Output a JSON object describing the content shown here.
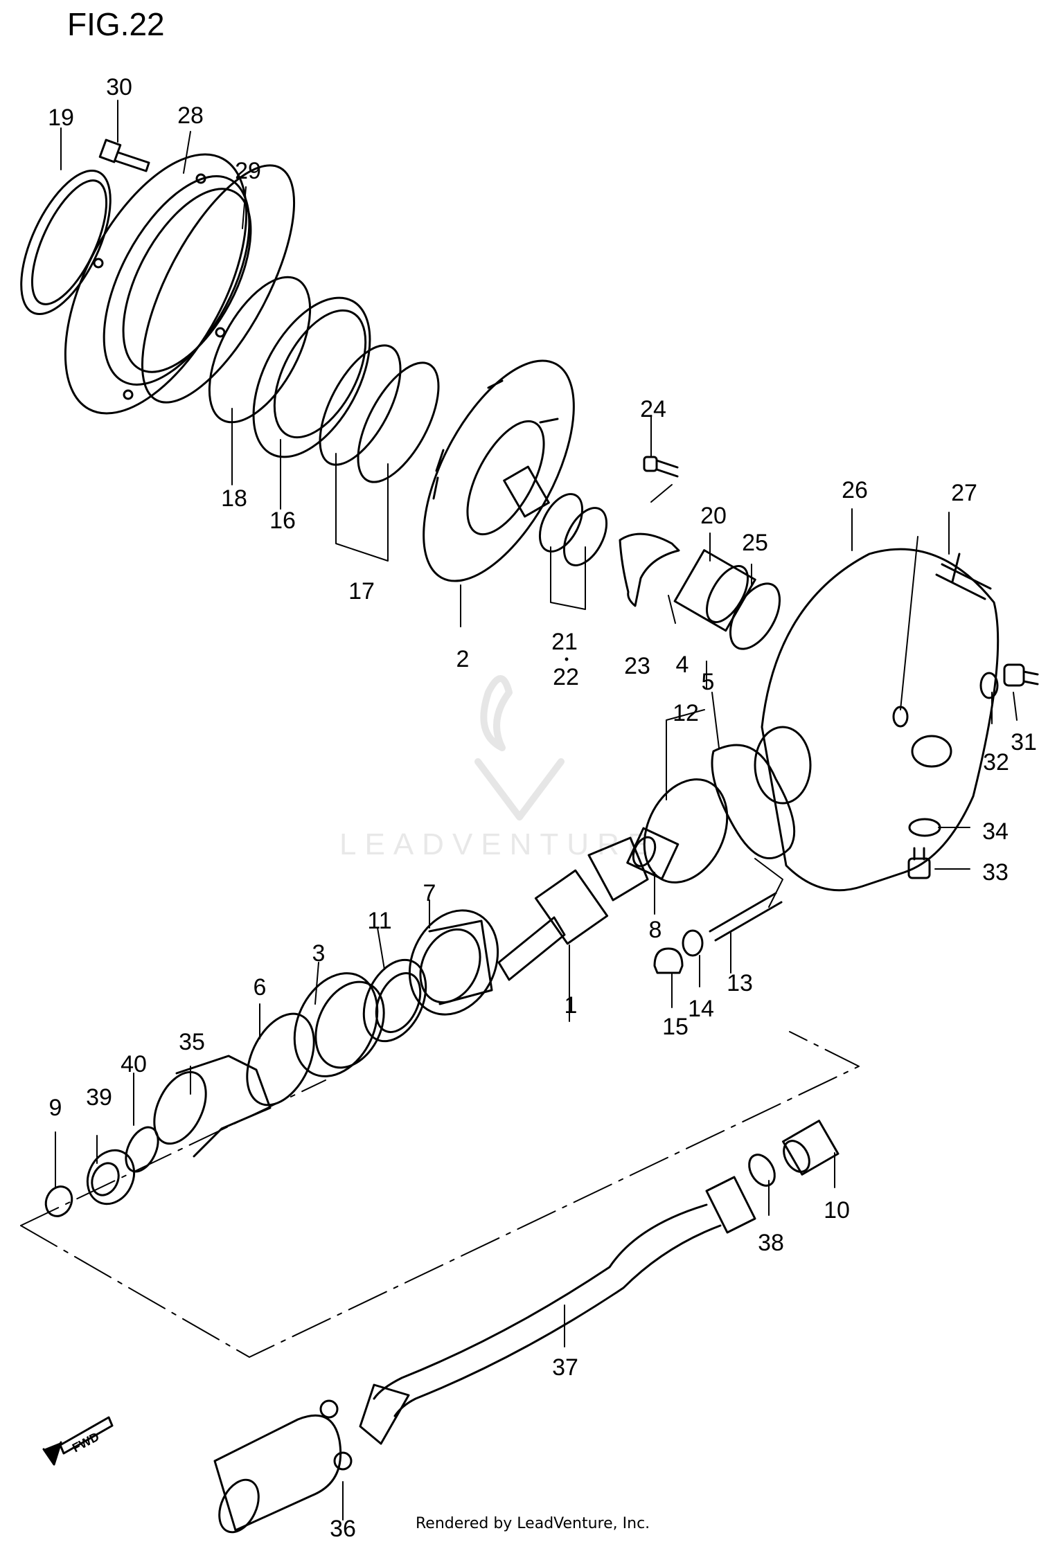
{
  "figure": {
    "title": "FIG.22"
  },
  "watermark": {
    "text": "LEADVENTURE"
  },
  "footer": {
    "text": "Rendered by LeadVenture, Inc."
  },
  "direction_badge": {
    "text": "FWD"
  },
  "callouts": [
    "30",
    "19",
    "28",
    "29",
    "24",
    "20",
    "25",
    "26",
    "27",
    "18",
    "16",
    "17",
    "2",
    "21",
    "•",
    "22",
    "23",
    "4",
    "5",
    "12",
    "31",
    "32",
    "34",
    "33",
    "7",
    "11",
    "3",
    "6",
    "35",
    "40",
    "9",
    "39",
    "1",
    "8",
    "13",
    "14",
    "15",
    "10",
    "38",
    "37",
    "36"
  ]
}
